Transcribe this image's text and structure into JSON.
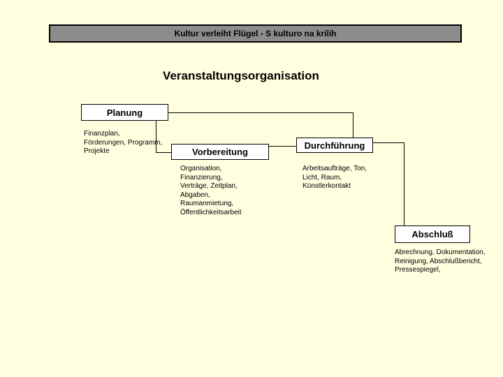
{
  "colors": {
    "background": "#FFFFE0",
    "banner_fill": "#8C8C8C",
    "box_fill": "#FFFFFF",
    "line": "#000000",
    "text": "#000000"
  },
  "banner": {
    "title": "Kultur verleiht Flügel - S kulturo na krilih"
  },
  "heading": "Veranstaltungsorganisation",
  "diagram": {
    "nodes": [
      {
        "id": "planung",
        "label": "Planung",
        "details": [
          "Finanzplan,",
          "Förderungen, Programm,",
          "Projekte"
        ]
      },
      {
        "id": "vorbereitung",
        "label": "Vorbereitung",
        "details": [
          "Organisation,",
          "Finanzierung,",
          "Verträge, Zeitplan,",
          "Abgaben,",
          "Raumanmietung,",
          "Öffentlichkeitsarbeit"
        ]
      },
      {
        "id": "durchfuehrung",
        "label": "Durchführung",
        "details": [
          "Arbeitsaufträge, Ton,",
          "Licht, Raum,",
          "Künstlerkontakt"
        ]
      },
      {
        "id": "abschluss",
        "label": "Abschluß",
        "details": [
          "Abrechnung, Dokumentation,",
          "Reinigung, Abschlußbericht,",
          "Pressespiegel,"
        ]
      }
    ],
    "connections": [
      "planung -> vorbereitung",
      "planung -> durchfuehrung",
      "vorbereitung -> durchfuehrung",
      "durchfuehrung -> abschluss"
    ]
  }
}
